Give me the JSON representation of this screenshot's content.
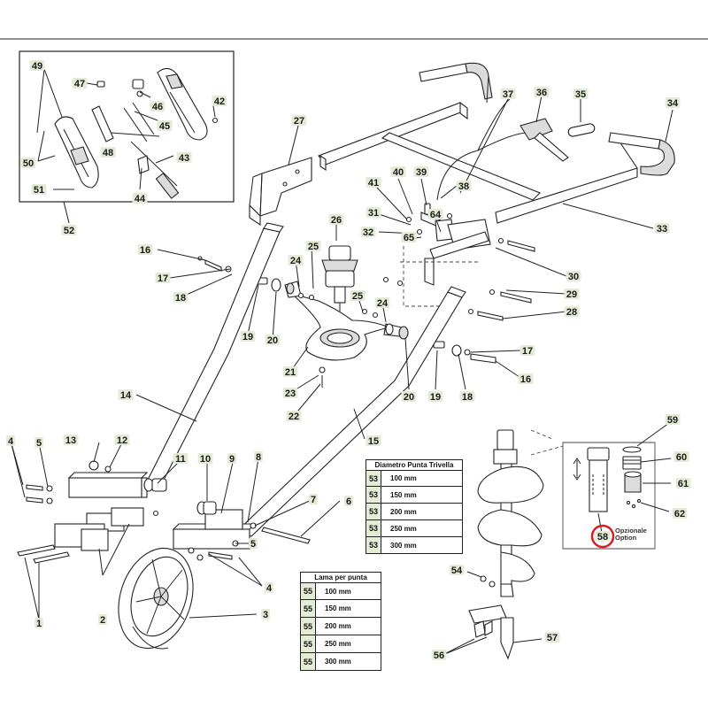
{
  "colors": {
    "callout_bg": "#e4ecd8",
    "highlight_circle": "#d51f26",
    "line": "#222222"
  },
  "callouts": [
    {
      "id": "c1",
      "label": "1"
    },
    {
      "id": "c2",
      "label": "2"
    },
    {
      "id": "c3",
      "label": "3"
    },
    {
      "id": "c4a",
      "label": "4"
    },
    {
      "id": "c4b",
      "label": "4"
    },
    {
      "id": "c5a",
      "label": "5"
    },
    {
      "id": "c5b",
      "label": "5"
    },
    {
      "id": "c6",
      "label": "6"
    },
    {
      "id": "c7",
      "label": "7"
    },
    {
      "id": "c8",
      "label": "8"
    },
    {
      "id": "c9",
      "label": "9"
    },
    {
      "id": "c10",
      "label": "10"
    },
    {
      "id": "c11",
      "label": "11"
    },
    {
      "id": "c12",
      "label": "12"
    },
    {
      "id": "c13",
      "label": "13"
    },
    {
      "id": "c14",
      "label": "14"
    },
    {
      "id": "c15",
      "label": "15"
    },
    {
      "id": "c16a",
      "label": "16"
    },
    {
      "id": "c16b",
      "label": "16"
    },
    {
      "id": "c17a",
      "label": "17"
    },
    {
      "id": "c17b",
      "label": "17"
    },
    {
      "id": "c18a",
      "label": "18"
    },
    {
      "id": "c18b",
      "label": "18"
    },
    {
      "id": "c19a",
      "label": "19"
    },
    {
      "id": "c19b",
      "label": "19"
    },
    {
      "id": "c20a",
      "label": "20"
    },
    {
      "id": "c20b",
      "label": "20"
    },
    {
      "id": "c21",
      "label": "21"
    },
    {
      "id": "c22",
      "label": "22"
    },
    {
      "id": "c23",
      "label": "23"
    },
    {
      "id": "c24a",
      "label": "24"
    },
    {
      "id": "c24b",
      "label": "24"
    },
    {
      "id": "c25a",
      "label": "25"
    },
    {
      "id": "c25b",
      "label": "25"
    },
    {
      "id": "c26",
      "label": "26"
    },
    {
      "id": "c27",
      "label": "27"
    },
    {
      "id": "c28",
      "label": "28"
    },
    {
      "id": "c29",
      "label": "29"
    },
    {
      "id": "c30",
      "label": "30"
    },
    {
      "id": "c31",
      "label": "31"
    },
    {
      "id": "c32",
      "label": "32"
    },
    {
      "id": "c33",
      "label": "33"
    },
    {
      "id": "c34",
      "label": "34"
    },
    {
      "id": "c35",
      "label": "35"
    },
    {
      "id": "c36",
      "label": "36"
    },
    {
      "id": "c37",
      "label": "37"
    },
    {
      "id": "c38",
      "label": "38"
    },
    {
      "id": "c39",
      "label": "39"
    },
    {
      "id": "c40",
      "label": "40"
    },
    {
      "id": "c41",
      "label": "41"
    },
    {
      "id": "c42",
      "label": "42"
    },
    {
      "id": "c43",
      "label": "43"
    },
    {
      "id": "c44",
      "label": "44"
    },
    {
      "id": "c45",
      "label": "45"
    },
    {
      "id": "c46",
      "label": "46"
    },
    {
      "id": "c47",
      "label": "47"
    },
    {
      "id": "c48",
      "label": "48"
    },
    {
      "id": "c49",
      "label": "49"
    },
    {
      "id": "c50",
      "label": "50"
    },
    {
      "id": "c51",
      "label": "51"
    },
    {
      "id": "c52",
      "label": "52"
    },
    {
      "id": "c54",
      "label": "54"
    },
    {
      "id": "c56",
      "label": "56"
    },
    {
      "id": "c57",
      "label": "57"
    },
    {
      "id": "c58",
      "label": "58"
    },
    {
      "id": "c59",
      "label": "59"
    },
    {
      "id": "c60",
      "label": "60"
    },
    {
      "id": "c61",
      "label": "61"
    },
    {
      "id": "c62",
      "label": "62"
    },
    {
      "id": "c64",
      "label": "64"
    },
    {
      "id": "c65",
      "label": "65"
    }
  ],
  "drill_table": {
    "header": "Diametro Punta Trivella",
    "rows": [
      {
        "code": "53",
        "size": "100  mm"
      },
      {
        "code": "53",
        "size": "150  mm"
      },
      {
        "code": "53",
        "size": "200  mm"
      },
      {
        "code": "53",
        "size": "250  mm"
      },
      {
        "code": "53",
        "size": "300  mm"
      }
    ]
  },
  "blade_table": {
    "header": "Lama per punta",
    "rows": [
      {
        "code": "55",
        "size": "100  mm"
      },
      {
        "code": "55",
        "size": "150  mm"
      },
      {
        "code": "55",
        "size": "200  mm"
      },
      {
        "code": "55",
        "size": "250  mm"
      },
      {
        "code": "55",
        "size": "300  mm"
      }
    ]
  },
  "option_note": {
    "line1": "Opzionale",
    "line2": "Option"
  }
}
